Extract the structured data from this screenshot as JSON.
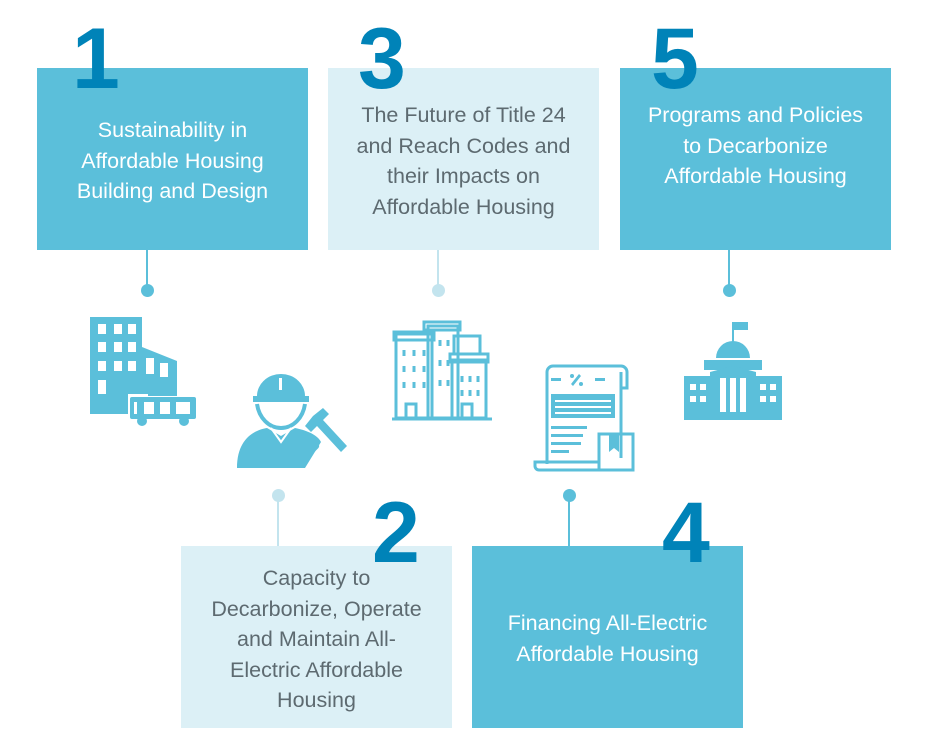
{
  "steps": [
    {
      "number": "1",
      "title": "Sustainability in Affordable Housing Building and Design",
      "icon": "office-building-icon"
    },
    {
      "number": "2",
      "title": "Capacity to Decarbonize, Operate and Maintain All-Electric Affordable Housing",
      "icon": "worker-tools-icon"
    },
    {
      "number": "3",
      "title": "The Future of Title 24 and Reach Codes and their Impacts on Affordable Housing",
      "icon": "city-buildings-icon"
    },
    {
      "number": "4",
      "title": "Financing All-Electric Affordable Housing",
      "icon": "finance-document-icon"
    },
    {
      "number": "5",
      "title": "Programs and Policies to Decarbonize Affordable Housing",
      "icon": "capitol-building-icon"
    }
  ],
  "colors": {
    "box_dark": "#5bbfda",
    "box_light": "#dcf0f6",
    "number": "#0083b8",
    "text_light": "#5d6a70"
  }
}
